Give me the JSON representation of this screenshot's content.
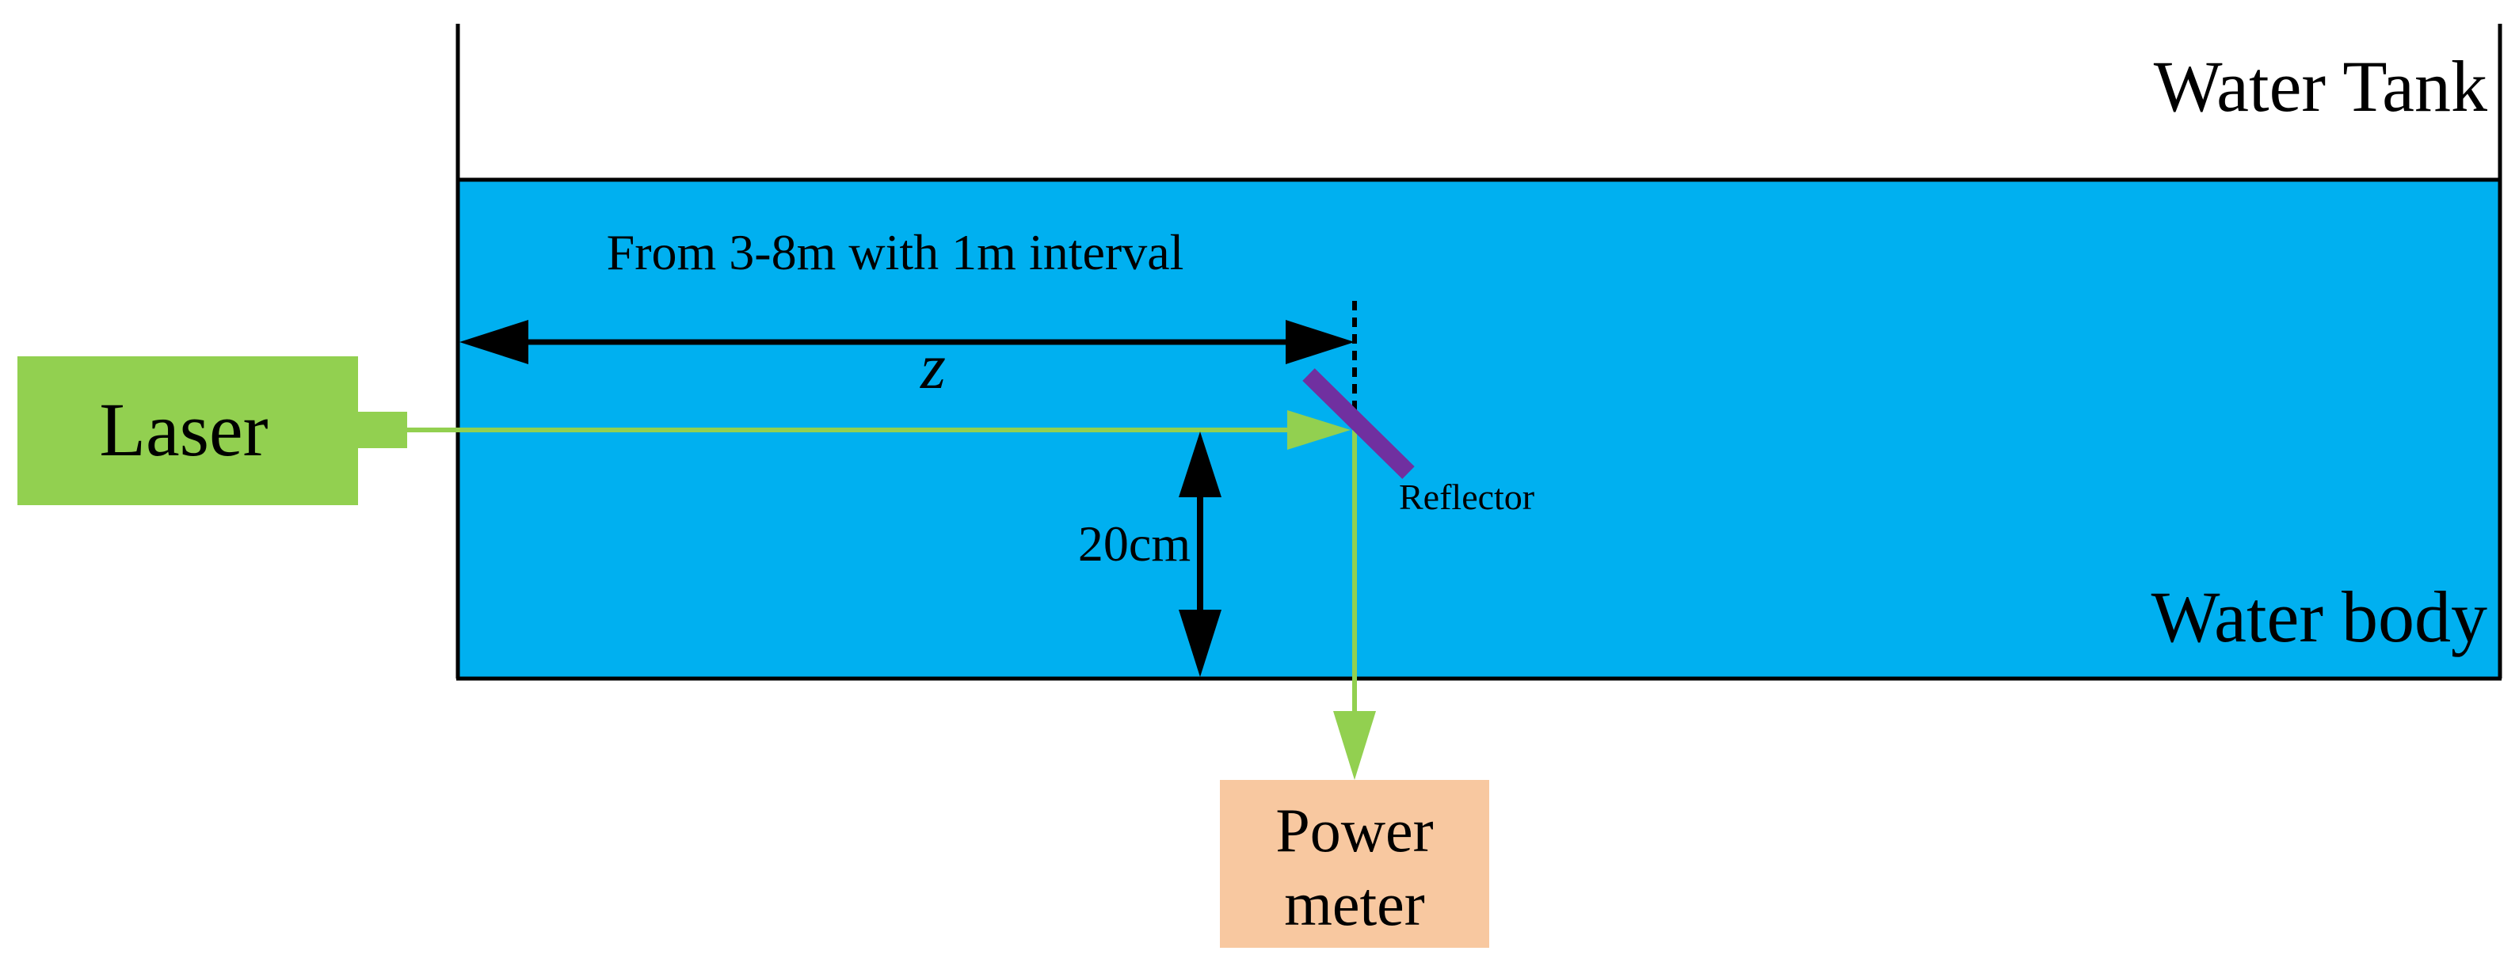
{
  "labels": {
    "water_tank": "Water Tank",
    "water_body": "Water body",
    "laser": "Laser",
    "distance_range": "From 3-8m with 1m interval",
    "distance_symbol": "z",
    "depth": "20cm",
    "reflector": "Reflector",
    "power_meter_line1": "Power",
    "power_meter_line2": "meter"
  },
  "colors": {
    "water": "#00B0F0",
    "laser_box": "#92D050",
    "beam": "#92D050",
    "reflector": "#7030A0",
    "power_meter_box": "#F8C8A0",
    "outline": "#000000"
  }
}
